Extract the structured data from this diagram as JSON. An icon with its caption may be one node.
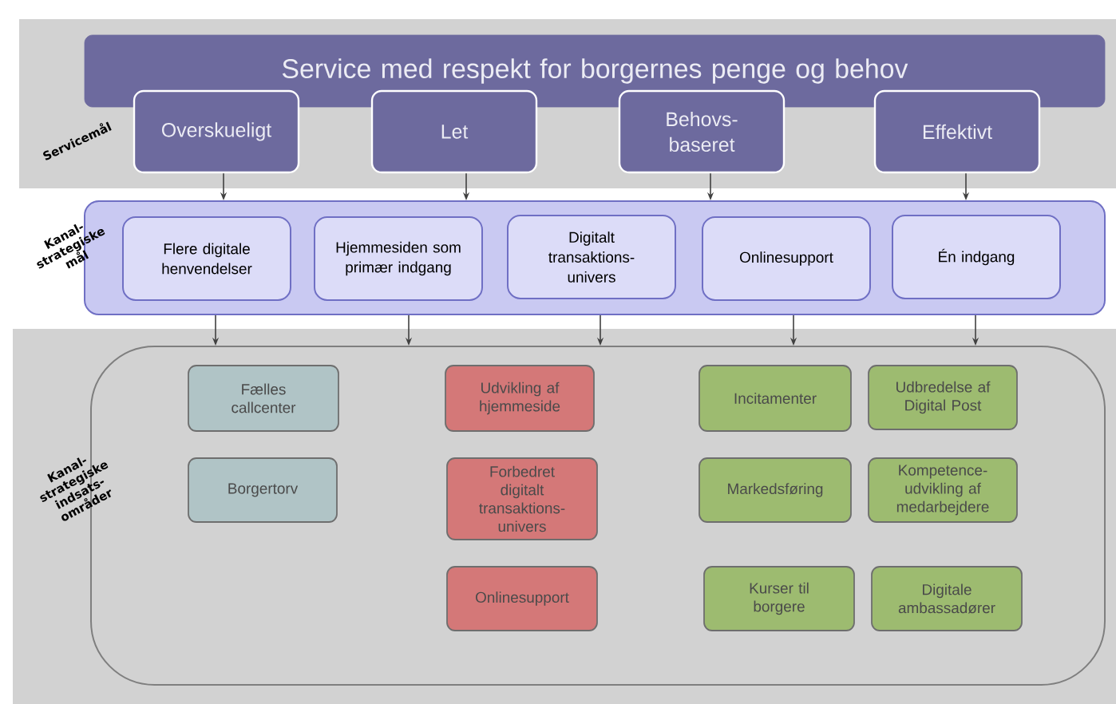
{
  "diagram": {
    "nodes": [
      {
        "text": [
          "Service med respekt for borgernes penge og behov"
        ]
      },
      {
        "text": [
          "Overskueligt"
        ]
      },
      {
        "text": [
          "Let"
        ]
      },
      {
        "text": [
          "Behovs- baseret"
        ]
      },
      {
        "text": [
          "Effektivt"
        ]
      },
      {
        "text": [],
        "shape": "box"
      },
      {
        "text": [
          "Flere digitale henvendelser"
        ],
        "in": 5
      },
      {
        "text": [
          "Hjemmesiden som primær indgang"
        ],
        "in": 5
      },
      {
        "text": [
          "Digitalt transaktions- univers"
        ],
        "in": 5
      },
      {
        "text": [
          "Onlinesupport"
        ],
        "in": 5
      },
      {
        "text": [
          "Én indgang"
        ],
        "in": 5
      },
      {
        "text": [],
        "shape": "box"
      },
      {
        "text": [
          "Fælles callcenter"
        ],
        "in": 11
      },
      {
        "text": [
          "Udvikling af hjemmeside"
        ],
        "in": 11
      },
      {
        "text": [
          "Incitamenter"
        ],
        "in": 11
      },
      {
        "text": [
          "Udbredelse af Digital Post"
        ],
        "in": 11
      },
      {
        "text": [
          "Borgertorv"
        ],
        "in": 11
      },
      {
        "text": [
          "Forbedret digitalt transaktions- univers"
        ],
        "in": 11
      },
      {
        "text": [
          "Markedsføring"
        ],
        "in": 11
      },
      {
        "text": [
          "Kompetence- udvikling af medarbejdere"
        ],
        "in": 11
      },
      {
        "text": [
          "Onlinesupport"
        ],
        "in": 11
      },
      {
        "text": [
          "Kurser til borgere"
        ],
        "in": 11
      },
      {
        "text": [
          "Digitale ambassadører"
        ],
        "in": 11
      }
    ],
    "edges": [
      {
        "from": 1,
        "to": 5,
        "arrow": "to"
      },
      {
        "from": 2,
        "to": 5,
        "arrow": "to"
      },
      {
        "from": 3,
        "to": 5,
        "arrow": "to"
      },
      {
        "from": 4,
        "to": 5,
        "arrow": "to"
      },
      {
        "from": 5,
        "to": 11,
        "arrow": "to"
      },
      {
        "from": 5,
        "to": 11,
        "arrow": "to"
      },
      {
        "from": 5,
        "to": 11,
        "arrow": "to"
      },
      {
        "from": 5,
        "to": 11,
        "arrow": "to"
      },
      {
        "from": 5,
        "to": 11,
        "arrow": "to"
      }
    ],
    "labels": [
      "Servicemål",
      "Kanal- strategiske mål",
      "Kanal- strategiske indsats- områder"
    ]
  }
}
